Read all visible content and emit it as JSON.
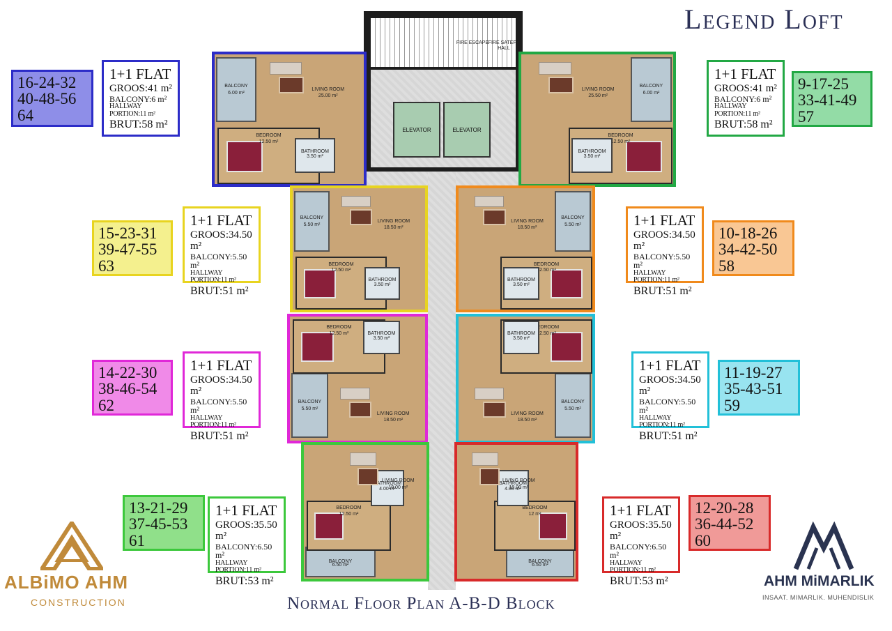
{
  "header": {
    "title": "Legend Loft"
  },
  "footer": {
    "title": "Normal Floor Plan  A-B-D Block"
  },
  "plan_labels": {
    "fire_escape": "FIRE ESCAPE",
    "fire_safety_hall": "FIRE SATEFY HALL",
    "elevator": "ELEVATOR"
  },
  "flats": [
    {
      "id": "tl",
      "color": "#2c2cc8",
      "num_bg": "#8e8ee8",
      "numbers": [
        "16-24-32",
        "40-48-56",
        "64"
      ],
      "flat": "1+1 FLAT",
      "groos": "GROOS:41 m²",
      "balcony": "BALCONY:6 m²",
      "hallway": "HALLWAY PORTION:11 m²",
      "brut": "BRUT:58 m²",
      "living": "LIVING ROOM",
      "living_area": "25.00 m²",
      "bedroom": "BEDROOM",
      "bedroom_area": "12.50 m²",
      "balcony_room": "BALCONY",
      "balcony_area": "6.00 m²",
      "bath": "BATHROOM",
      "bath_area": "3.50 m²"
    },
    {
      "id": "tr",
      "color": "#22a844",
      "num_bg": "#93dca6",
      "numbers": [
        "9-17-25",
        "33-41-49",
        "57"
      ],
      "flat": "1+1 FLAT",
      "groos": "GROOS:41 m²",
      "balcony": "BALCONY:6 m²",
      "hallway": "HALLWAY PORTION:11 m²",
      "brut": "BRUT:58 m²",
      "living": "LIVING ROOM",
      "living_area": "25.50 m²",
      "bedroom": "BEDROOM",
      "bedroom_area": "12.50 m²",
      "balcony_room": "BALCONY",
      "balcony_area": "6.00 m²",
      "bath": "BATHROOM",
      "bath_area": "3.50 m²"
    },
    {
      "id": "ml1",
      "color": "#e8d420",
      "num_bg": "#f4f08e",
      "numbers": [
        "15-23-31",
        "39-47-55",
        "63"
      ],
      "flat": "1+1 FLAT",
      "groos": "GROOS:34.50 m²",
      "balcony": "BALCONY:5.50 m²",
      "hallway": "HALLWAY PORTION:11 m²",
      "brut": "BRUT:51 m²",
      "living": "LIVING ROOM",
      "living_area": "18.50 m²",
      "bedroom": "BEDROOM",
      "bedroom_area": "12.50 m²",
      "balcony_room": "BALCONY",
      "balcony_area": "5.50 m²",
      "bath": "BATHROOM",
      "bath_area": "3.50 m²"
    },
    {
      "id": "mr1",
      "color": "#f08a1c",
      "num_bg": "#f9c794",
      "numbers": [
        "10-18-26",
        "34-42-50",
        "58"
      ],
      "flat": "1+1 FLAT",
      "groos": "GROOS:34.50 m²",
      "balcony": "BALCONY:5.50 m²",
      "hallway": "HALLWAY PORTION:11 m²",
      "brut": "BRUT:51 m²",
      "living": "LIVING ROOM",
      "living_area": "18.50 m²",
      "bedroom": "BEDROOM",
      "bedroom_area": "12.50 m²",
      "balcony_room": "BALCONY",
      "balcony_area": "5.50 m²",
      "bath": "BATHROOM",
      "bath_area": "3.50 m²"
    },
    {
      "id": "ml2",
      "color": "#e028d8",
      "num_bg": "#f08ae8",
      "numbers": [
        "14-22-30",
        "38-46-54",
        "62"
      ],
      "flat": "1+1 FLAT",
      "groos": "GROOS:34.50 m²",
      "balcony": "BALCONY:5.50 m²",
      "hallway": "HALLWAY PORTION:11 m²",
      "brut": "BRUT:51 m²",
      "living": "LIVING ROOM",
      "living_area": "18.50 m²",
      "bedroom": "BEDROOM",
      "bedroom_area": "12.50 m²",
      "balcony_room": "BALCONY",
      "balcony_area": "5.50 m²",
      "bath": "BATHROOM",
      "bath_area": "3.50 m²"
    },
    {
      "id": "mr2",
      "color": "#22c0d8",
      "num_bg": "#98e4f0",
      "numbers": [
        "11-19-27",
        "35-43-51",
        "59"
      ],
      "flat": "1+1 FLAT",
      "groos": "GROOS:34.50 m²",
      "balcony": "BALCONY:5.50 m²",
      "hallway": "HALLWAY PORTION:11 m²",
      "brut": "BRUT:51 m²",
      "living": "LIVING ROOM",
      "living_area": "18.50 m²",
      "bedroom": "BEDROOM",
      "bedroom_area": "12.50 m²",
      "balcony_room": "BALCONY",
      "balcony_area": "5.50 m²",
      "bath": "BATHROOM",
      "bath_area": "3.50 m²"
    },
    {
      "id": "bl",
      "color": "#3cc83c",
      "num_bg": "#90e08a",
      "numbers": [
        "13-21-29",
        "37-45-53",
        "61"
      ],
      "flat": "1+1 FLAT",
      "groos": "GROOS:35.50 m²",
      "balcony": "BALCONY:6.50 m²",
      "hallway": "HALLWAY PORTION:11 m²",
      "brut": "BRUT:53 m²",
      "living": "LIVING ROOM",
      "living_area": "19.00 m²",
      "bedroom": "BEDROOM",
      "bedroom_area": "12.50 m²",
      "balcony_room": "BALCONY",
      "balcony_area": "6.50 m²",
      "bath": "BATHROOM",
      "bath_area": "4.00 m²"
    },
    {
      "id": "br",
      "color": "#d82a2a",
      "num_bg": "#f09a98",
      "numbers": [
        "12-20-28",
        "36-44-52",
        "60"
      ],
      "flat": "1+1 FLAT",
      "groos": "GROOS:35.50 m²",
      "balcony": "BALCONY:6.50 m²",
      "hallway": "HALLWAY PORTION:11 m²",
      "brut": "BRUT:53 m²",
      "living": "LIVING ROOM",
      "living_area": "19.00 m²",
      "bedroom": "BEDROOM",
      "bedroom_area": "12 m²",
      "balcony_room": "BALCONY",
      "balcony_area": "6.50 m²",
      "bath": "BATHROOM",
      "bath_area": "4.00 m²"
    }
  ],
  "logos": {
    "left_name": "ALBiMO AHM",
    "left_sub": "CONSTRUCTION",
    "left_color": "#c08a3a",
    "right_name": "AHM MiMARLIK",
    "right_sub": "INSAAT. MIMARLIK. MUHENDISLIK",
    "right_color": "#2a3350"
  }
}
